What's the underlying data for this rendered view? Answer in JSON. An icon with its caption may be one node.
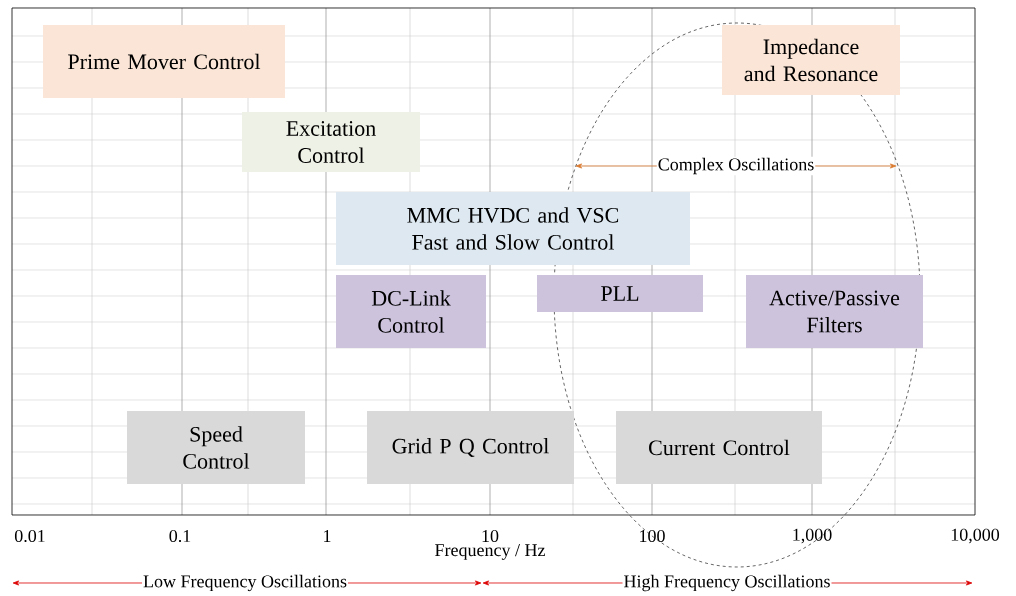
{
  "diagram": {
    "nodes": [
      {
        "text": [
          "Prime Mover Control"
        ]
      },
      {
        "text": [
          "Impedance and Resonance"
        ]
      },
      {
        "text": [
          "Excitation Control"
        ]
      },
      {
        "text": [
          "MMC HVDC and VSC Fast and Slow Control"
        ]
      },
      {
        "text": [
          "DC-Link Control"
        ]
      },
      {
        "text": [
          "PLL"
        ]
      },
      {
        "text": [
          "Active/Passive Filters"
        ]
      },
      {
        "text": [
          "Speed Control"
        ]
      },
      {
        "text": [
          "Grid P Q Control"
        ]
      },
      {
        "text": [
          "Current Control"
        ]
      }
    ],
    "edges": [],
    "labels": [
      "Complex Oscillations",
      "0.01",
      "0.1",
      "1",
      "10",
      "100",
      "1,000",
      "10,000",
      "Frequency / Hz",
      "Low Frequency Oscillations",
      "High Frequency Oscillations"
    ]
  }
}
